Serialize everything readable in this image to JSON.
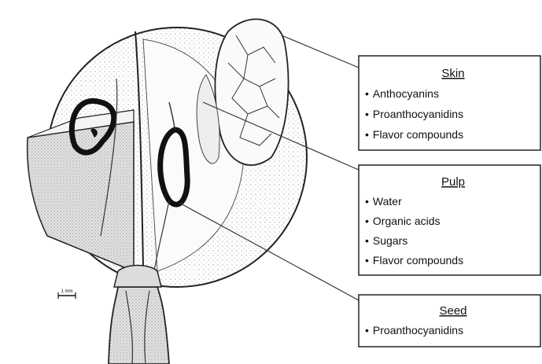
{
  "scale_bar": {
    "label": "1 mm"
  },
  "callouts": [
    {
      "id": "skin",
      "title": "Skin",
      "items": [
        "Anthocyanins",
        "Proanthocyanidins",
        "Flavor compounds"
      ]
    },
    {
      "id": "pulp",
      "title": "Pulp",
      "items": [
        "Water",
        "Organic acids",
        "Sugars",
        "Flavor compounds"
      ]
    },
    {
      "id": "seed",
      "title": "Seed",
      "items": [
        "Proanthocyanidins"
      ]
    }
  ],
  "bullet": "•",
  "colors": {
    "ink": "#111111",
    "line": "#333333",
    "stipple": "#888888",
    "background": "#ffffff"
  }
}
